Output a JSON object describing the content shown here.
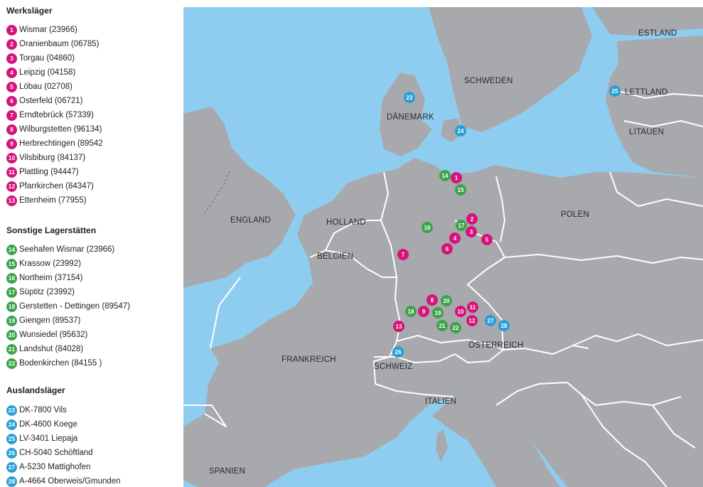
{
  "colors": {
    "werk": "#d4147a",
    "sonst": "#3ca34a",
    "ausland": "#2a9ed8",
    "land": "#a8a9ad",
    "sea": "#8fcdf0",
    "border": "#ffffff",
    "dashed": "#7d7d7d"
  },
  "legend": {
    "sections": [
      {
        "title": "Werksläger",
        "color_key": "werk",
        "items": [
          {
            "n": "1",
            "label": "Wismar (23966)"
          },
          {
            "n": "2",
            "label": "Oranienbaum (06785)"
          },
          {
            "n": "3",
            "label": "Torgau (04860)"
          },
          {
            "n": "4",
            "label": "Leipzig (04158)"
          },
          {
            "n": "5",
            "label": "Löbau (02708)"
          },
          {
            "n": "6",
            "label": "Osterfeld (06721)"
          },
          {
            "n": "7",
            "label": "Erndtebrück (57339)"
          },
          {
            "n": "8",
            "label": "Wilburgstetten (96134)"
          },
          {
            "n": "9",
            "label": "Herbrechtingen (89542"
          },
          {
            "n": "10",
            "label": "Vilsbiburg (84137)"
          },
          {
            "n": "11",
            "label": "Plattling (94447)"
          },
          {
            "n": "12",
            "label": "Pfarrkirchen (84347)"
          },
          {
            "n": "13",
            "label": "Ettenheim (77955)"
          }
        ]
      },
      {
        "title": "Sonstige Lagerstätten",
        "color_key": "sonst",
        "items": [
          {
            "n": "14",
            "label": "Seehafen Wismar (23966)"
          },
          {
            "n": "15",
            "label": "Krassow (23992)"
          },
          {
            "n": "16",
            "label": "Northeim (37154)"
          },
          {
            "n": "17",
            "label": "Süptitz (23992)"
          },
          {
            "n": "18",
            "label": "Gerstetten - Dettingen (89547)"
          },
          {
            "n": "19",
            "label": "Giengen (89537)"
          },
          {
            "n": "20",
            "label": "Wunsiedel (95632)"
          },
          {
            "n": "21",
            "label": "Landshut (84028)"
          },
          {
            "n": "22",
            "label": "Bodenkirchen (84155 )"
          }
        ]
      },
      {
        "title": "Auslandsläger",
        "color_key": "ausland",
        "items": [
          {
            "n": "23",
            "label": "DK-7800 Vils"
          },
          {
            "n": "24",
            "label": "DK-4600 Koege"
          },
          {
            "n": "25",
            "label": "LV-3401 Liepaja"
          },
          {
            "n": "26",
            "label": "CH-5040 Schöftland"
          },
          {
            "n": "27",
            "label": "A-5230 Mattighofen"
          },
          {
            "n": "28",
            "label": "A-4664 Oberweis/Gmunden"
          }
        ]
      }
    ]
  },
  "map": {
    "countries": [
      "ESTLAND",
      "SCHWEDEN",
      "LETTLAND",
      "DÄNEMARK",
      "LITAUEN",
      "POLEN",
      "ENGLAND",
      "HOLLAND",
      "BELGIEN",
      "ÖSTERREICH",
      "FRANKREICH",
      "SCHWEIZ",
      "ITALIEN",
      "SPANIEN"
    ],
    "markers": [
      {
        "n": "1",
        "type": "werk"
      },
      {
        "n": "2",
        "type": "werk"
      },
      {
        "n": "3",
        "type": "werk"
      },
      {
        "n": "4",
        "type": "werk"
      },
      {
        "n": "5",
        "type": "werk"
      },
      {
        "n": "6",
        "type": "werk"
      },
      {
        "n": "7",
        "type": "werk"
      },
      {
        "n": "8",
        "type": "werk"
      },
      {
        "n": "9",
        "type": "werk"
      },
      {
        "n": "10",
        "type": "werk"
      },
      {
        "n": "11",
        "type": "werk"
      },
      {
        "n": "12",
        "type": "werk"
      },
      {
        "n": "13",
        "type": "werk"
      },
      {
        "n": "14",
        "type": "sonst"
      },
      {
        "n": "15",
        "type": "sonst"
      },
      {
        "n": "16",
        "type": "sonst"
      },
      {
        "n": "17",
        "type": "sonst"
      },
      {
        "n": "18",
        "type": "sonst"
      },
      {
        "n": "19",
        "type": "sonst"
      },
      {
        "n": "20",
        "type": "sonst"
      },
      {
        "n": "21",
        "type": "sonst"
      },
      {
        "n": "22",
        "type": "sonst"
      },
      {
        "n": "23",
        "type": "ausland"
      },
      {
        "n": "24",
        "type": "ausland"
      },
      {
        "n": "25",
        "type": "ausland"
      },
      {
        "n": "26",
        "type": "ausland"
      },
      {
        "n": "27",
        "type": "ausland"
      },
      {
        "n": "28",
        "type": "ausland"
      }
    ]
  }
}
